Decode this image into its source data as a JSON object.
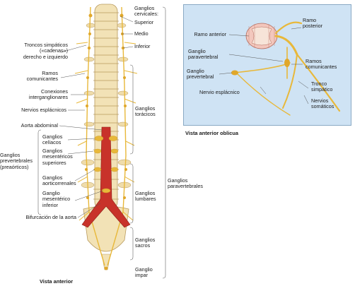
{
  "left_labels": {
    "troncos": "Troncos simpáticos\n(«cadenas»)\nderecho e izquierdo",
    "ramos": "Ramos\ncomunicantes",
    "conexiones": "Conexiones\ninterganglionares",
    "nervios": "Nervios esplácnicos",
    "aorta": "Aorta abdominal",
    "celiacos": "Ganglios\ncelíacos",
    "mesentericos_sup": "Ganglios\nmesentéricos\nsuperiores",
    "prevertebrales": "Ganglios\nprevertebrales\n(preaórticos)",
    "aorticorrenales": "Ganglios\naorticorrenales",
    "mesenterico_inf": "Ganglio\nmesentérico\ninferior",
    "bifurcacion": "Bifurcación de la aorta"
  },
  "right_labels": {
    "cervicales": "Ganglios\ncervicales:",
    "superior": "Superior",
    "medio": "Medio",
    "inferior": "Inferior",
    "toracicos": "Ganglios\ntorácicos",
    "paravertebrales": "Ganglios\nparavertebrales",
    "lumbares": "Ganglios\nlumbares",
    "sacros": "Ganglios\nsacros",
    "impar": "Ganglio\nimpar"
  },
  "inset_labels": {
    "ramo_anterior": "Ramo anterior",
    "ramo_posterior": "Ramo\nposterior",
    "ganglio_paravertebral": "Ganglio\nparavertebral",
    "ganglio_prevertebral": "Ganglio\nprevertebral",
    "ramos_comunicantes": "Ramos\ncomunicantes",
    "nervio_esplacnico": "Nervio esplácnico",
    "tronco_simpatico": "Tronco\nsimpático",
    "nervios_somaticos": "Nervios\nsomáticos"
  },
  "captions": {
    "vista_anterior": "Vista anterior",
    "vista_oblicua": "Vista anterior oblicua"
  },
  "colors": {
    "bone": "#f2e2b6",
    "nerve": "#e8b83a",
    "aorta": "#c8322a",
    "inset_bg": "#cfe3f4"
  }
}
